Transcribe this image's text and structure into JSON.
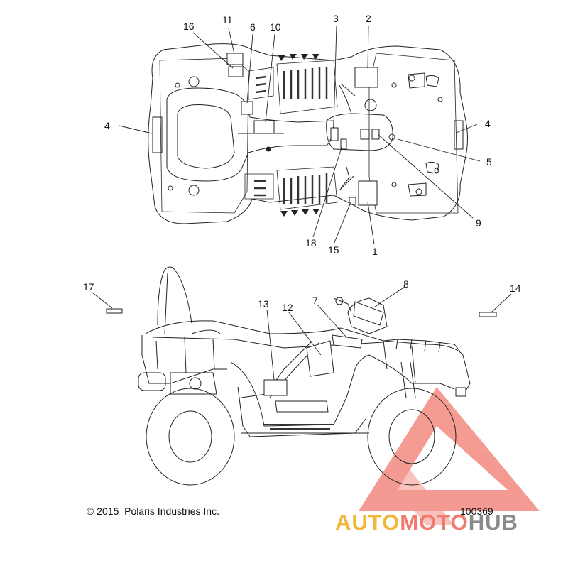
{
  "callouts": [
    "1",
    "2",
    "3",
    "4",
    "4",
    "5",
    "6",
    "7",
    "8",
    "9",
    "10",
    "11",
    "12",
    "13",
    "14",
    "15",
    "16",
    "17",
    "18"
  ],
  "copyright": "© 2015  Polaris Industries Inc.",
  "part_number": "100369",
  "watermark": {
    "part1": "AUTO",
    "part2": "MOTO",
    "part3": "HUB",
    "colors": {
      "auto": "#f2b63a",
      "moto": "#f07a6e",
      "hub": "#8a8a8a",
      "triangle": "#f07a6e"
    }
  },
  "icons": [
    "top-view-atv-icon",
    "side-view-atv-icon",
    "watermark-triangle-icon"
  ]
}
